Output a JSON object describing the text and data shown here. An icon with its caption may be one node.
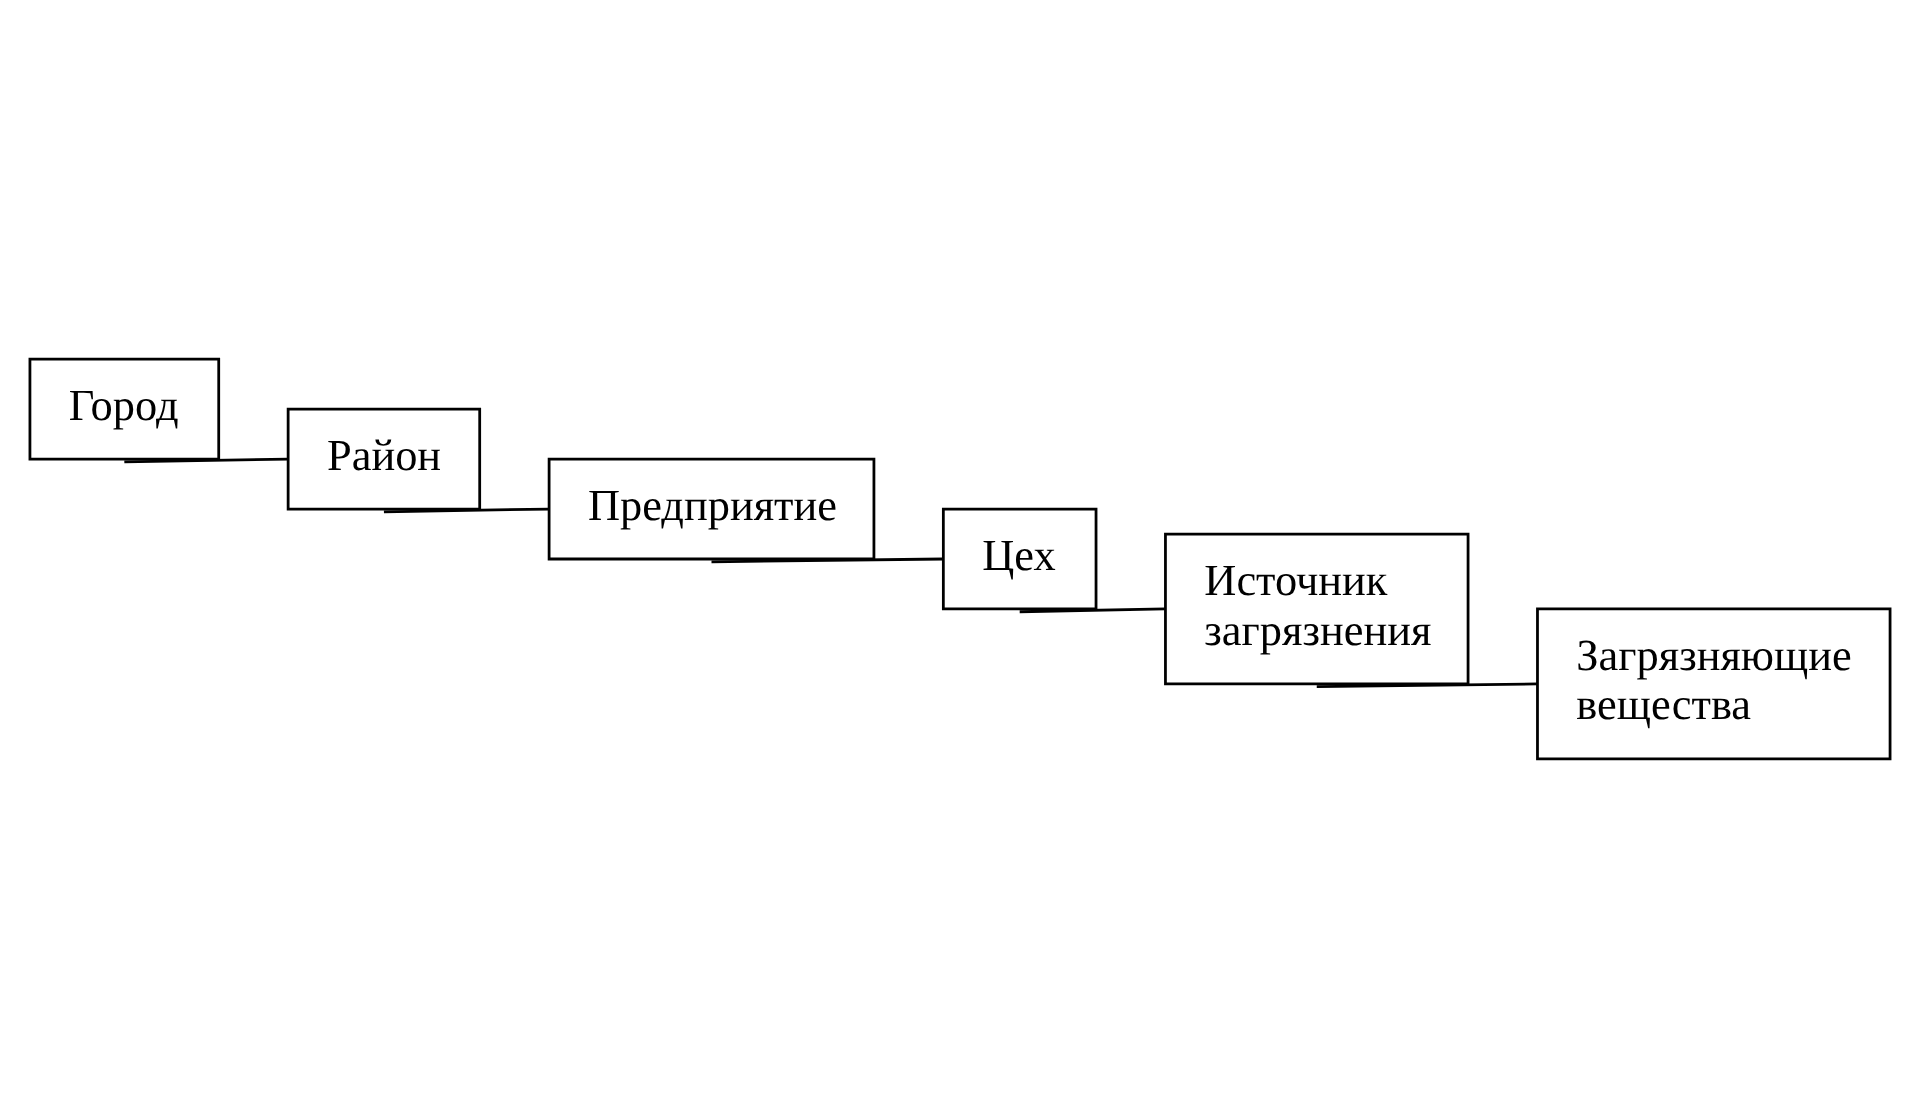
{
  "diagram": {
    "nodes": [
      {
        "text": [
          "Город"
        ]
      },
      {
        "text": [
          "Район"
        ]
      },
      {
        "text": [
          "Предприятие"
        ]
      },
      {
        "text": [
          "Цех"
        ]
      },
      {
        "text": [
          "Источник загрязнения"
        ]
      },
      {
        "text": [
          "Загрязняющие вещества"
        ]
      }
    ],
    "edges": [
      {
        "from": 0,
        "to": 1,
        "arrow": "none"
      },
      {
        "from": 1,
        "to": 2,
        "arrow": "none"
      },
      {
        "from": 2,
        "to": 3,
        "arrow": "none"
      },
      {
        "from": 3,
        "to": 4,
        "arrow": "none"
      },
      {
        "from": 4,
        "to": 5,
        "arrow": "none"
      }
    ]
  }
}
